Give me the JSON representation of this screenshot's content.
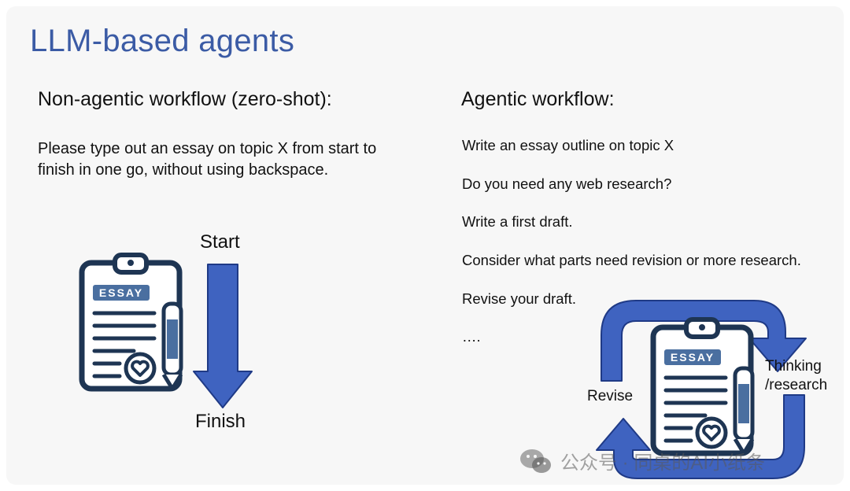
{
  "title": "LLM-based agents",
  "left": {
    "heading": "Non-agentic workflow (zero-shot):",
    "body": "Please type out an essay on topic X from start to finish in one go, without using backspace.",
    "start_label": "Start",
    "finish_label": "Finish",
    "essay_tag": "ESSAY"
  },
  "right": {
    "heading": "Agentic workflow:",
    "steps": [
      "Write an essay outline on topic X",
      "Do you need any web research?",
      "Write a first draft.",
      "Consider what parts need revision or more research.",
      "Revise your draft.",
      "…."
    ],
    "thinking_label": "Thinking\n/research",
    "revise_label": "Revise",
    "essay_tag": "ESSAY"
  },
  "watermark": {
    "text": "公众号 · 同桌的AI小纸条",
    "icon": "wechat-icon"
  },
  "colors": {
    "title": "#3b5ba5",
    "arrow": "#3f63c0",
    "arrow_edge": "#1f3a86",
    "clipboard_dark": "#1e3553",
    "clipboard_accent": "#4a6fa0"
  }
}
